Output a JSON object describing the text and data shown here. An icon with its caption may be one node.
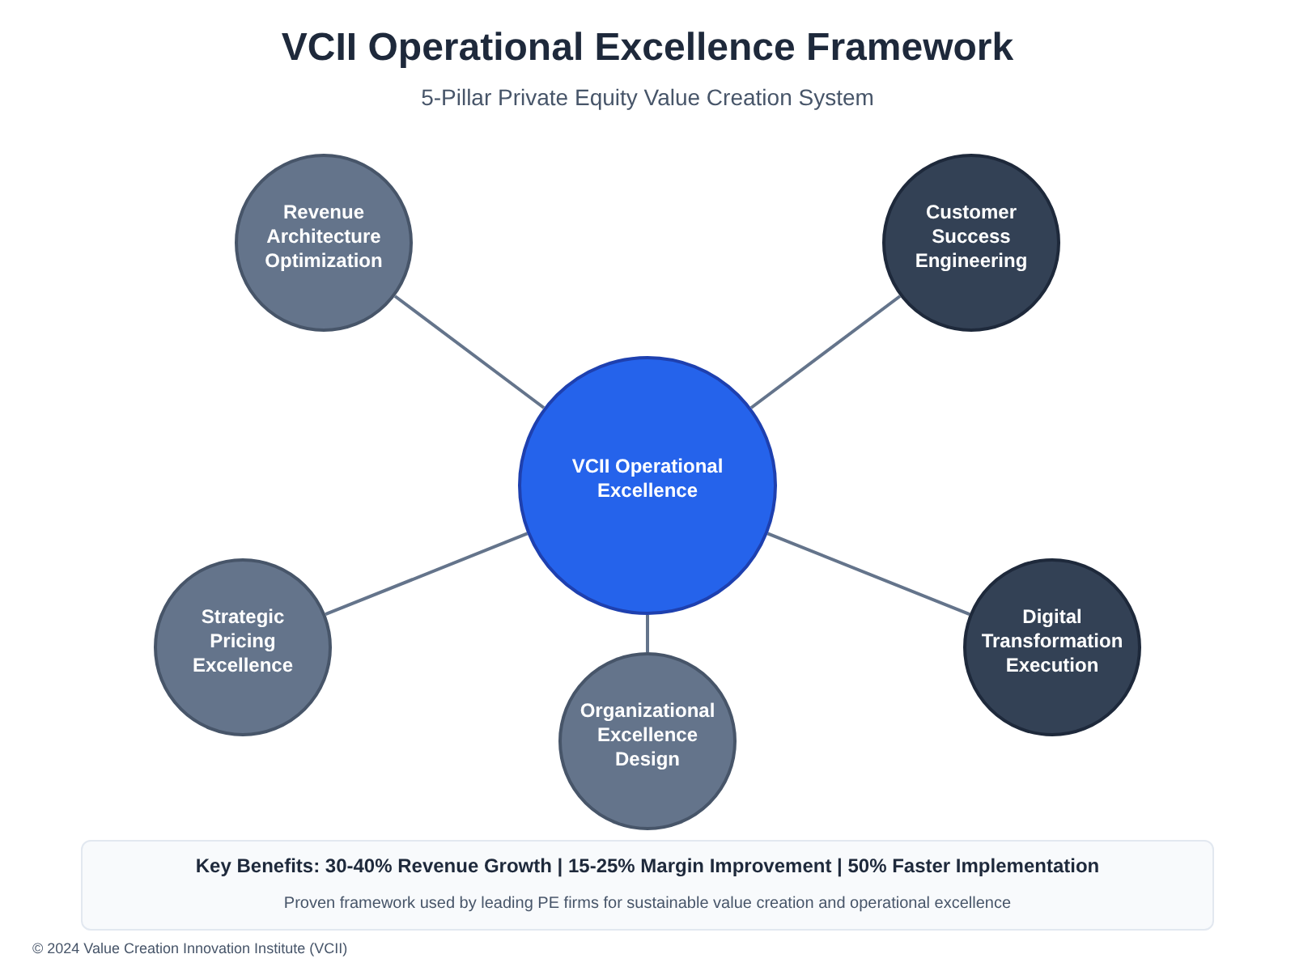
{
  "diagram": {
    "title": "VCII Operational Excellence Framework",
    "caption": "5-Pillar Private Equity Value Creation System",
    "nodes": [
      {
        "text": [
          "Revenue Architecture Optimization"
        ]
      },
      {
        "text": [
          "Customer Success Engineering"
        ]
      },
      {
        "text": [
          "VCII Operational Excellence"
        ]
      },
      {
        "text": [
          "Strategic Pricing Excellence"
        ]
      },
      {
        "text": [
          "Digital Transformation Execution"
        ]
      },
      {
        "text": [
          "Organizational Excellence Design"
        ]
      },
      {
        "text": [
          "Key Benefits: 30-40% Revenue Growth | 15-25% Margin Improvement | 50% Faster Implementation",
          "Proven framework used by leading PE firms for sustainable value creation and operational excellence"
        ]
      }
    ],
    "edges": [
      {
        "from": 2,
        "to": 0,
        "arrow": "none"
      },
      {
        "from": 2,
        "to": 1,
        "arrow": "none"
      },
      {
        "from": 2,
        "to": 3,
        "arrow": "none"
      },
      {
        "from": 2,
        "to": 4,
        "arrow": "none"
      },
      {
        "from": 2,
        "to": 5,
        "arrow": "none"
      }
    ],
    "labels": [
      "© 2024 Value Creation Innovation Institute (VCII)"
    ]
  }
}
